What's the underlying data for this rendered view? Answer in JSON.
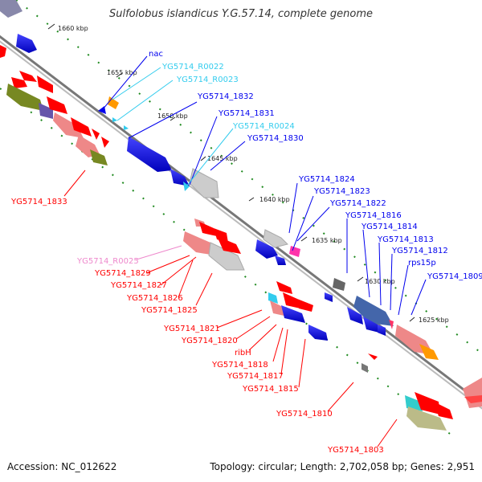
{
  "title": "Sulfolobus islandicus Y.G.57.14, complete genome",
  "accession": "Accession: NC_012622",
  "topology": "Topology: circular; Length: 2,702,058 bp; Genes: 2,951",
  "scale_labels": [
    "1660 kbp",
    "1655 kbp",
    "1650 kbp",
    "1645 kbp",
    "1640 kbp",
    "1635 kbp",
    "1630 kbp",
    "1625 kbp"
  ],
  "gene_labels": {
    "nac": "nac",
    "r0022": "YG5714_R0022",
    "r0023": "YG5714_R0023",
    "g1832": "YG5714_1832",
    "g1831": "YG5714_1831",
    "r0024": "YG5714_R0024",
    "g1830": "YG5714_1830",
    "g1833": "YG5714_1833",
    "g1824": "YG5714_1824",
    "g1823": "YG5714_1823",
    "g1822": "YG5714_1822",
    "g1816": "YG5714_1816",
    "g1814": "YG5714_1814",
    "g1813": "YG5714_1813",
    "g1812": "YG5714_1812",
    "rps15p": "rps15p",
    "g1809": "YG5714_1809",
    "r0025": "YG5714_R0025",
    "g1829": "YG5714_1829",
    "g1827": "YG5714_1827",
    "g1826": "YG5714_1826",
    "g1825": "YG5714_1825",
    "g1821": "YG5714_1821",
    "g1820": "YG5714_1820",
    "ribH": "ribH",
    "g1818": "YG5714_1818",
    "g1817": "YG5714_1817",
    "g1815": "YG5714_1815",
    "g1810": "YG5714_1810",
    "g1803": "YG5714_1803"
  },
  "colors": {
    "forward_gene": "#0000ee",
    "reverse_gene": "#ff0000",
    "rna_forward": "#33ccee",
    "rna_reverse": "#ee88cc",
    "backbone": "#888888",
    "tick": "#228822"
  }
}
